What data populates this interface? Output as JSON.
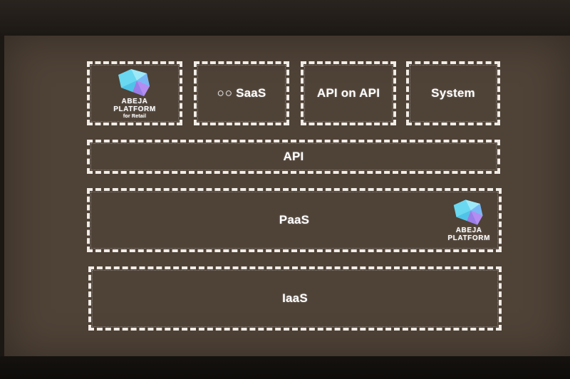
{
  "diagram": {
    "top_row": {
      "abeja_retail": {
        "line1": "ABEJA",
        "line2": "PLATFORM",
        "line3": "for Retail"
      },
      "saas": {
        "prefix": "○○",
        "label": "SaaS"
      },
      "api_on_api": "API on API",
      "system": "System"
    },
    "api_layer": "API",
    "paas_layer": {
      "label": "PaaS",
      "logo": {
        "line1": "ABEJA",
        "line2": "PLATFORM"
      }
    },
    "iaas_layer": "IaaS"
  },
  "colors": {
    "screen_background": "#4f4237",
    "border": "#f1ece6",
    "logo_cyan": "#63d6ee",
    "logo_purple": "#b18cf0"
  },
  "icons": [
    "abeja-logo-icon",
    "abeja-logo-icon"
  ]
}
